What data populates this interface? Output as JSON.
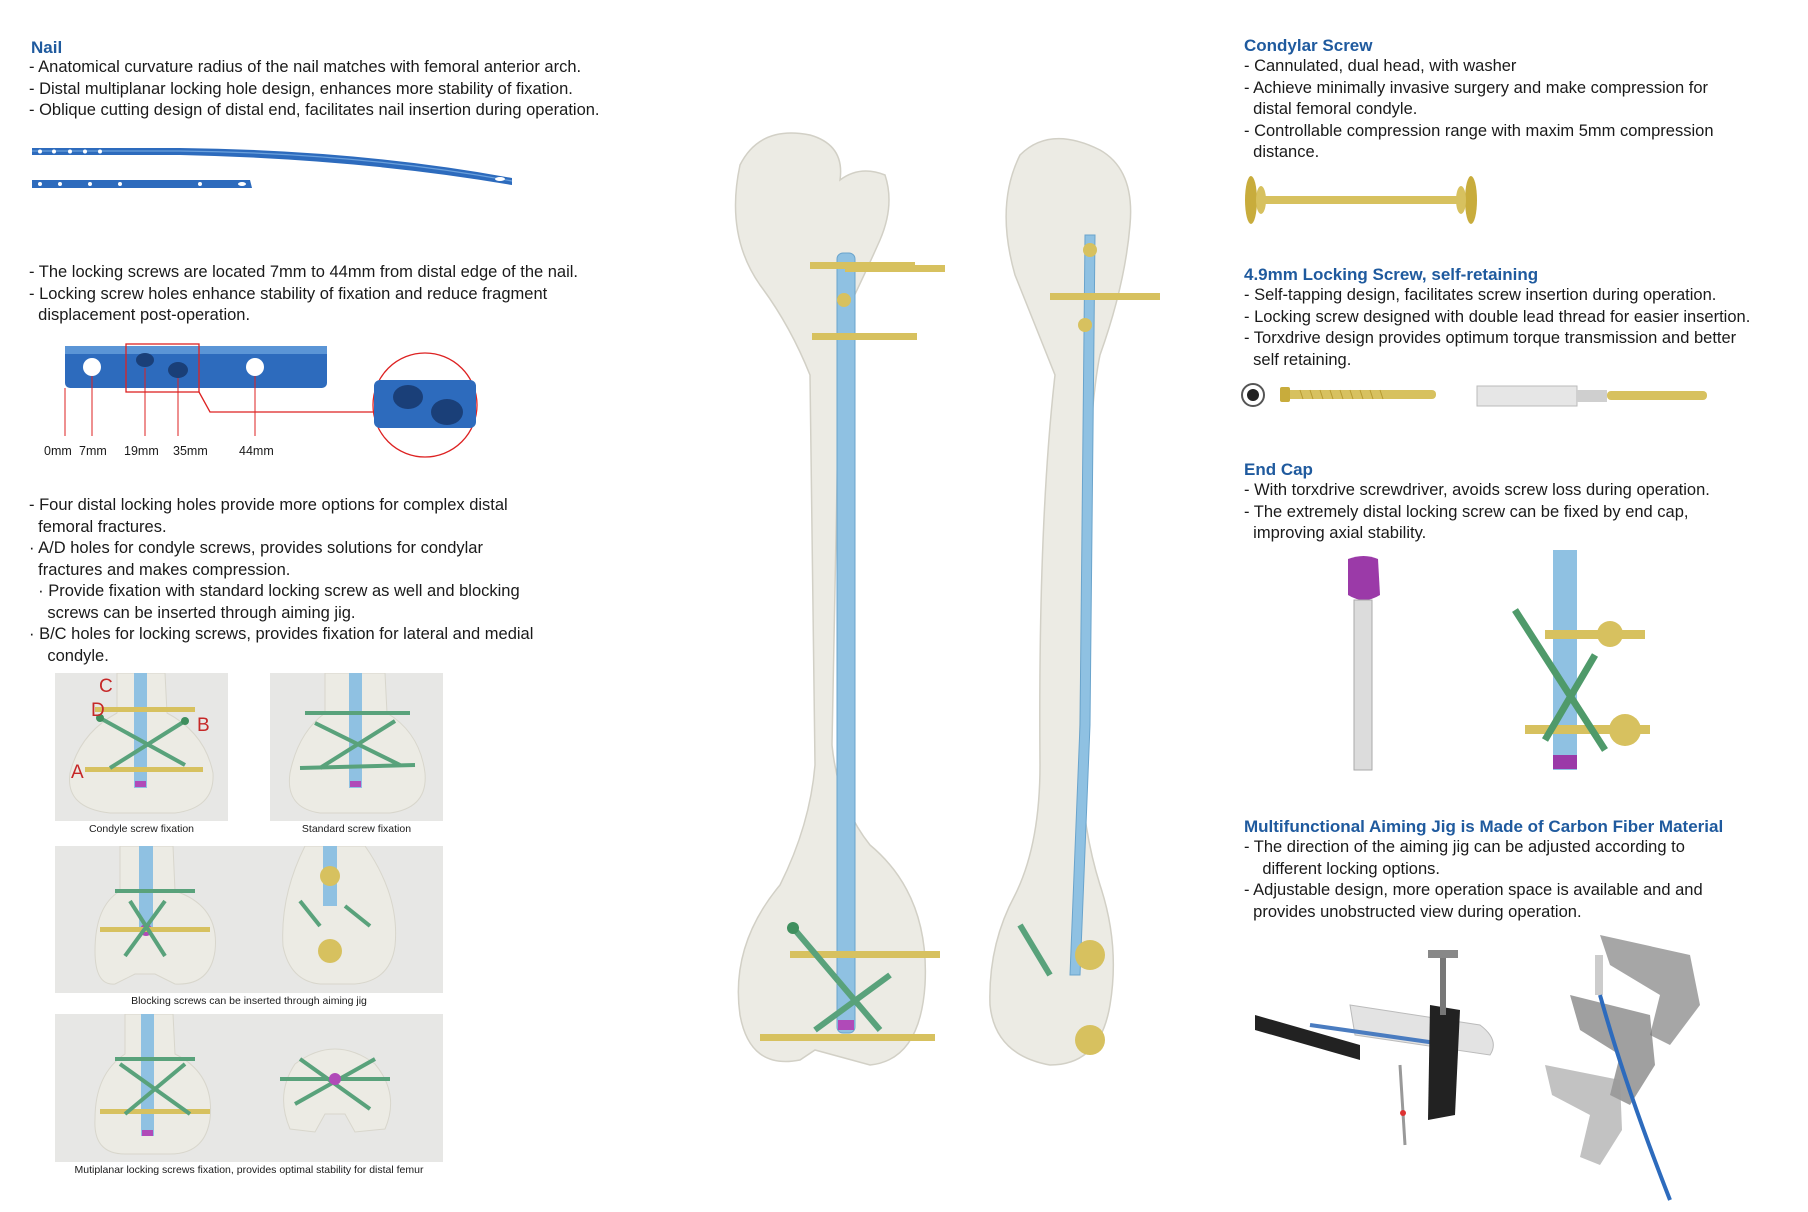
{
  "colors": {
    "heading": "#1f5a9e",
    "nail": "#2d6bbd",
    "nail_light": "#8fc1e2",
    "bone": "#ecebe4",
    "screw": "#d7c15f",
    "green": "#59a27b",
    "purple": "#9b3aa8",
    "red": "#c62828",
    "panel_bg": "#e7e7e5"
  },
  "nail": {
    "heading": "Nail",
    "lines": [
      "- Anatomical curvature radius of the nail matches with femoral anterior arch.",
      "- Distal multiplanar locking hole design, enhances more stability of fixation.",
      "- Oblique cutting design of distal end, facilitates nail insertion during operation."
    ]
  },
  "locking": {
    "lines": [
      "- The locking screws are located 7mm to 44mm from distal edge of the nail.",
      "- Locking screw holes enhance stability of fixation and reduce fragment",
      "  displacement post-operation."
    ],
    "ticks": [
      "0mm",
      "7mm",
      "19mm",
      "35mm",
      "44mm"
    ]
  },
  "distal": {
    "lines": [
      "- Four distal locking holes provide more options for complex distal",
      "  femoral fractures.",
      "· A/D holes for condyle screws, provides solutions for condylar",
      "  fractures and makes compression.",
      "  · Provide fixation with standard locking screw as well and blocking",
      "    screws can be inserted through aiming jig.",
      "· B/C holes for locking screws, provides fixation for lateral and medial",
      "    condyle."
    ],
    "labels": {
      "c": "C",
      "d": "D",
      "b": "B",
      "a": "A"
    },
    "captions": {
      "condyle": "Condyle screw fixation",
      "standard": "Standard screw fixation",
      "blocking": "Blocking screws can be inserted through aiming jig",
      "multiplanar": "Mutiplanar locking screws fixation, provides optimal stability for distal femur"
    }
  },
  "condylar": {
    "heading": "Condylar Screw",
    "lines": [
      "- Cannulated, dual head, with washer",
      "- Achieve minimally invasive surgery and make compression for",
      "  distal femoral condyle.",
      "- Controllable compression range with maxim 5mm compression",
      "  distance."
    ]
  },
  "locking49": {
    "heading": "4.9mm Locking Screw, self-retaining",
    "lines": [
      "- Self-tapping design, facilitates screw insertion during operation.",
      "- Locking screw designed with double lead thread for easier insertion.",
      "- Torxdrive design provides optimum torque transmission and better",
      "  self retaining."
    ]
  },
  "endcap": {
    "heading": "End Cap",
    "lines": [
      "- With torxdrive screwdriver, avoids screw loss during operation.",
      "- The extremely distal locking screw can be fixed by end cap,",
      "  improving axial stability."
    ]
  },
  "jig": {
    "heading": "Multifunctional Aiming Jig is Made of Carbon Fiber Material",
    "lines": [
      "- The direction of the aiming jig can be adjusted according to",
      "    different locking options.",
      "- Adjustable design, more operation space is available and and",
      "  provides unobstructed view during operation."
    ]
  }
}
